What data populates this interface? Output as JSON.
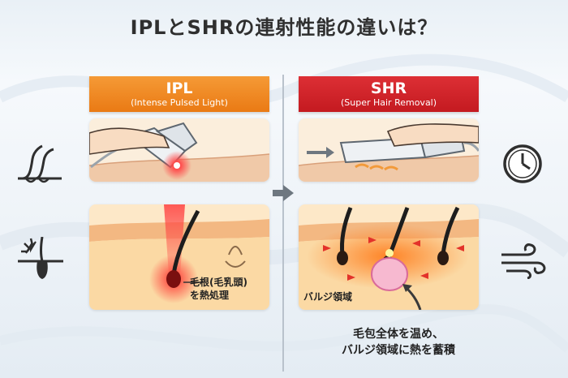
{
  "title": "IPLとSHRの連射性能の違いは？",
  "ipl": {
    "name": "IPL",
    "subtitle": "(Intense Pulsed Light)",
    "label_line1": "毛根(毛乳頭)",
    "label_line2": "を熱処理",
    "color": "#ea7a14"
  },
  "shr": {
    "name": "SHR",
    "subtitle": "(Super Hair Removal)",
    "bulge_label": "バルジ領域",
    "caption_line1": "毛包全体を温め、",
    "caption_line2": "バルジ領域に熱を蓄積",
    "color": "#c41a20"
  },
  "icons": [
    "hair-icon",
    "damaged-hair-icon",
    "clock-icon",
    "wind-icon",
    "arrow-right-icon"
  ]
}
